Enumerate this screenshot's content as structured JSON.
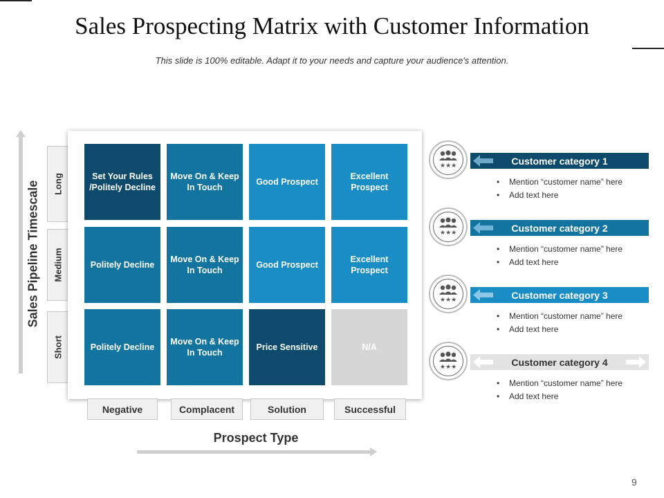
{
  "slide": {
    "title": "Sales Prospecting Matrix with Customer Information",
    "subtitle": "This slide is 100% editable. Adapt it to your needs and capture your audience's attention.",
    "page_number": "9"
  },
  "matrix": {
    "y_axis_title": "Sales Pipeline Timescale",
    "x_axis_title": "Prospect Type",
    "rows": [
      "Long",
      "Medium",
      "Short"
    ],
    "columns": [
      "Negative",
      "Complacent",
      "Solution",
      "Successful"
    ],
    "cells": [
      [
        "Set Your Rules /Politely Decline",
        "Move On & Keep In Touch",
        "Good Prospect",
        "Excellent Prospect"
      ],
      [
        "Politely Decline",
        "Move On & Keep In Touch",
        "Good Prospect",
        "Excellent Prospect"
      ],
      [
        "Politely Decline",
        "Move On & Keep In Touch",
        "Price Sensitive",
        "N/A"
      ]
    ],
    "colors": {
      "dark_blue": "#0d4a6b",
      "mid_blue": "#1474a0",
      "light_blue": "#1a8dc4",
      "grey": "#d6d6d6"
    }
  },
  "customers": [
    {
      "label": "Customer category 1",
      "bullets": [
        "Mention “customer name” here",
        "Add text here"
      ],
      "icon": "people-group-icon"
    },
    {
      "label": "Customer category 2",
      "bullets": [
        "Mention “customer name” here",
        "Add text here"
      ],
      "icon": "people-group-icon"
    },
    {
      "label": "Customer category 3",
      "bullets": [
        "Mention “customer name” here",
        "Add text here"
      ],
      "icon": "people-group-icon"
    },
    {
      "label": "Customer category 4",
      "bullets": [
        "Mention “customer name” here",
        "Add text here"
      ],
      "icon": "people-group-icon"
    }
  ]
}
